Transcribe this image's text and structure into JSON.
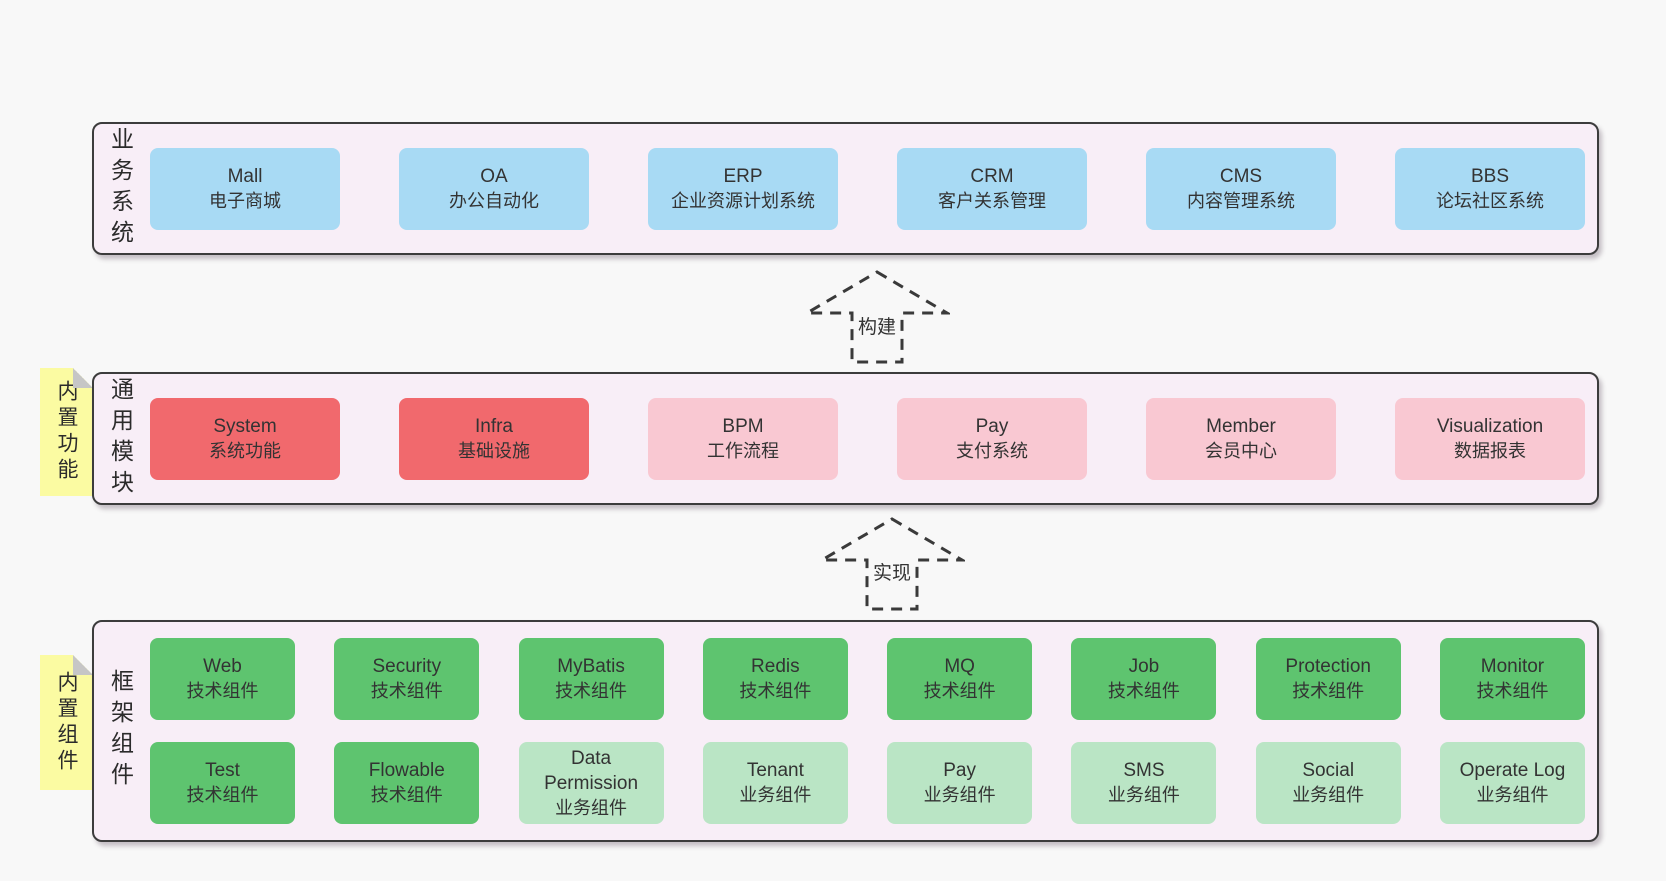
{
  "colors": {
    "blue": "#a8daf4",
    "red": "#f1696d",
    "pink": "#f9c8d2",
    "green": "#5ec46f",
    "lightgreen": "#bae5c5",
    "note_yellow": "#fbfba2",
    "layer_background": "#f8eef7",
    "layer_border": "#3c3c3c",
    "page_background": "#f8f8f8"
  },
  "arrows": [
    {
      "label": "构建"
    },
    {
      "label": "实现"
    }
  ],
  "notes": [
    {
      "label": "内置功能"
    },
    {
      "label": "内置组件"
    }
  ],
  "layers": [
    {
      "label": "业务系统",
      "rows": [
        [
          {
            "title": "Mall",
            "subtitle": "电子商城",
            "variant": "blue"
          },
          {
            "title": "OA",
            "subtitle": "办公自动化",
            "variant": "blue"
          },
          {
            "title": "ERP",
            "subtitle": "企业资源计划系统",
            "variant": "blue"
          },
          {
            "title": "CRM",
            "subtitle": "客户关系管理",
            "variant": "blue"
          },
          {
            "title": "CMS",
            "subtitle": "内容管理系统",
            "variant": "blue"
          },
          {
            "title": "BBS",
            "subtitle": "论坛社区系统",
            "variant": "blue"
          }
        ]
      ]
    },
    {
      "label": "通用模块",
      "rows": [
        [
          {
            "title": "System",
            "subtitle": "系统功能",
            "variant": "red"
          },
          {
            "title": "Infra",
            "subtitle": "基础设施",
            "variant": "red"
          },
          {
            "title": "BPM",
            "subtitle": "工作流程",
            "variant": "pink"
          },
          {
            "title": "Pay",
            "subtitle": "支付系统",
            "variant": "pink"
          },
          {
            "title": "Member",
            "subtitle": "会员中心",
            "variant": "pink"
          },
          {
            "title": "Visualization",
            "subtitle": "数据报表",
            "variant": "pink"
          }
        ]
      ]
    },
    {
      "label": "框架组件",
      "rows": [
        [
          {
            "title": "Web",
            "subtitle": "技术组件",
            "variant": "green"
          },
          {
            "title": "Security",
            "subtitle": "技术组件",
            "variant": "green"
          },
          {
            "title": "MyBatis",
            "subtitle": "技术组件",
            "variant": "green"
          },
          {
            "title": "Redis",
            "subtitle": "技术组件",
            "variant": "green"
          },
          {
            "title": "MQ",
            "subtitle": "技术组件",
            "variant": "green"
          },
          {
            "title": "Job",
            "subtitle": "技术组件",
            "variant": "green"
          },
          {
            "title": "Protection",
            "subtitle": "技术组件",
            "variant": "green"
          },
          {
            "title": "Monitor",
            "subtitle": "技术组件",
            "variant": "green"
          }
        ],
        [
          {
            "title": "Test",
            "subtitle": "技术组件",
            "variant": "green"
          },
          {
            "title": "Flowable",
            "subtitle": "技术组件",
            "variant": "green"
          },
          {
            "title": "Data Permission",
            "subtitle": "业务组件",
            "variant": "lightgreen"
          },
          {
            "title": "Tenant",
            "subtitle": "业务组件",
            "variant": "lightgreen"
          },
          {
            "title": "Pay",
            "subtitle": "业务组件",
            "variant": "lightgreen"
          },
          {
            "title": "SMS",
            "subtitle": "业务组件",
            "variant": "lightgreen"
          },
          {
            "title": "Social",
            "subtitle": "业务组件",
            "variant": "lightgreen"
          },
          {
            "title": "Operate Log",
            "subtitle": "业务组件",
            "variant": "lightgreen"
          }
        ]
      ]
    }
  ]
}
